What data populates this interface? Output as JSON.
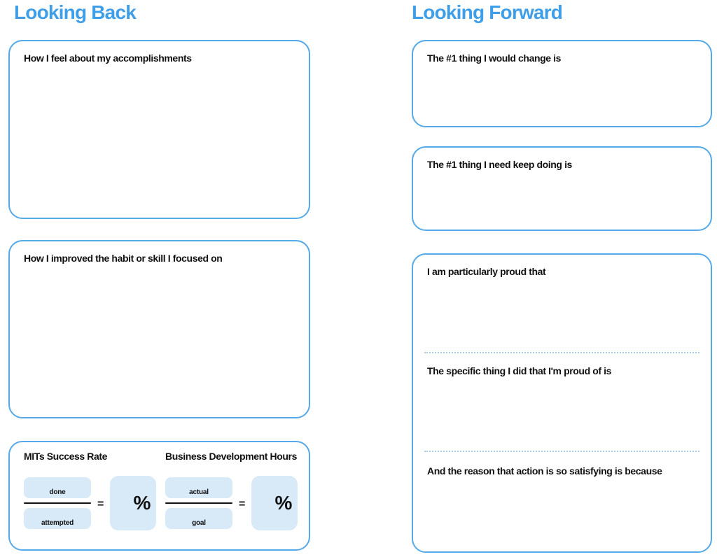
{
  "palette": {
    "accent_blue": "#3E9EE8",
    "border_blue": "#55A9E8",
    "fill_light_blue": "#D8E9F8",
    "divider_blue": "#A9CDE9",
    "text_color": "#111111"
  },
  "looking_back": {
    "title": "Looking Back",
    "boxes": [
      {
        "label": "How I feel about my accomplishments"
      },
      {
        "label": "How I improved the habit or skill I focused on"
      }
    ],
    "metrics": {
      "items": [
        {
          "title": "MITs Success Rate",
          "numerator": "done",
          "denominator": "attempted",
          "equals": "=",
          "result": "%"
        },
        {
          "title": "Business Development Hours",
          "numerator": "actual",
          "denominator": "goal",
          "equals": "=",
          "result": "%"
        }
      ]
    }
  },
  "looking_forward": {
    "title": "Looking Forward",
    "boxes": [
      {
        "label": "The #1 thing I would change is"
      },
      {
        "label": "The #1 thing I need keep doing is"
      }
    ],
    "proud_box": {
      "sections": [
        {
          "label": "I am particularly proud that"
        },
        {
          "label": "The specific thing I did that I'm proud of is"
        },
        {
          "label": "And the reason that action is so satisfying is because"
        }
      ]
    }
  }
}
